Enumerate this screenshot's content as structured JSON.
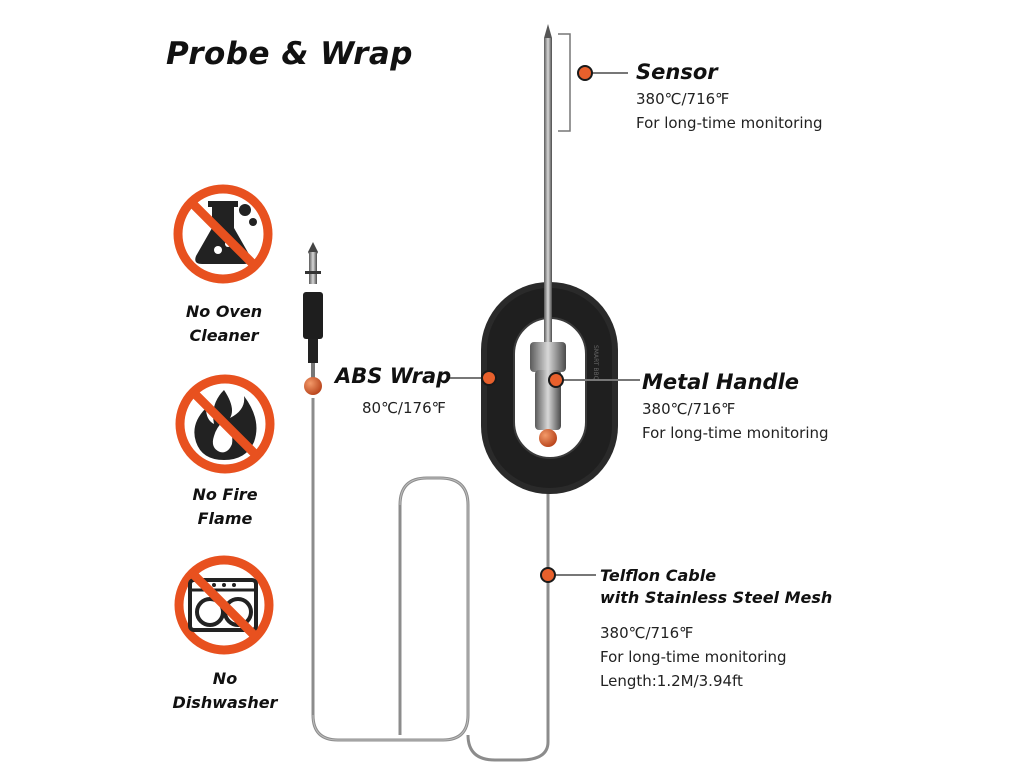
{
  "title": "Probe & Wrap",
  "warnings": [
    {
      "icon": "chemical-flask-icon",
      "line1": "No Oven",
      "line2": "Cleaner"
    },
    {
      "icon": "fire-flame-icon",
      "line1": "No Fire",
      "line2": "Flame"
    },
    {
      "icon": "dishwasher-icon",
      "line1": "No",
      "line2": "Dishwasher"
    }
  ],
  "callouts": {
    "sensor": {
      "title": "Sensor",
      "line1": "380℃/716℉",
      "line2": "For long-time monitoring"
    },
    "abs_wrap": {
      "title": "ABS Wrap",
      "line1": "80℃/176℉"
    },
    "metal_handle": {
      "title": "Metal Handle",
      "line1": "380℃/716℉",
      "line2": "For long-time monitoring"
    },
    "cable": {
      "title1": "Telflon Cable",
      "title2": "with Stainless Steel Mesh",
      "line1": "380℃/716℉",
      "line2": "For long-time monitoring",
      "line3": "Length:1.2M/3.94ft"
    }
  },
  "colors": {
    "accent": "#e8602c",
    "prohibit": "#e8511f",
    "wrap": "#2b2b2b",
    "steel": "#8a8a8a"
  }
}
